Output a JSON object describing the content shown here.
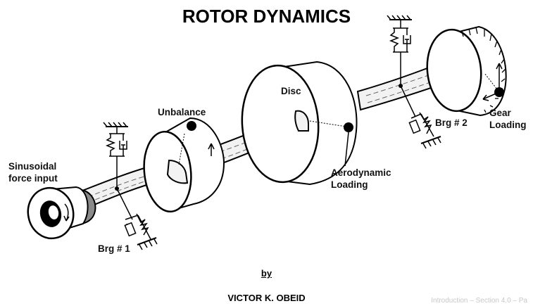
{
  "title": "ROTOR DYNAMICS",
  "labels": {
    "sinusoidal_line1": "Sinusoidal",
    "sinusoidal_line2": "force input",
    "unbalance": "Unbalance",
    "disc": "Disc",
    "brg1": "Brg # 1",
    "brg2": "Brg # 2",
    "aero_line1": "Aerodynamic",
    "aero_line2": "Loading",
    "gear_line1": "Gear",
    "gear_line2": "Loading"
  },
  "byline": {
    "by": "by",
    "author": "VICTOR  K.  OBEID"
  },
  "footer": "Introduction – Section 4.0 – Pa",
  "colors": {
    "outline": "#000000",
    "shaft_fill": "#f2f2f2",
    "hub_fill": "#8a8a8a",
    "mass_dot": "#000000"
  }
}
